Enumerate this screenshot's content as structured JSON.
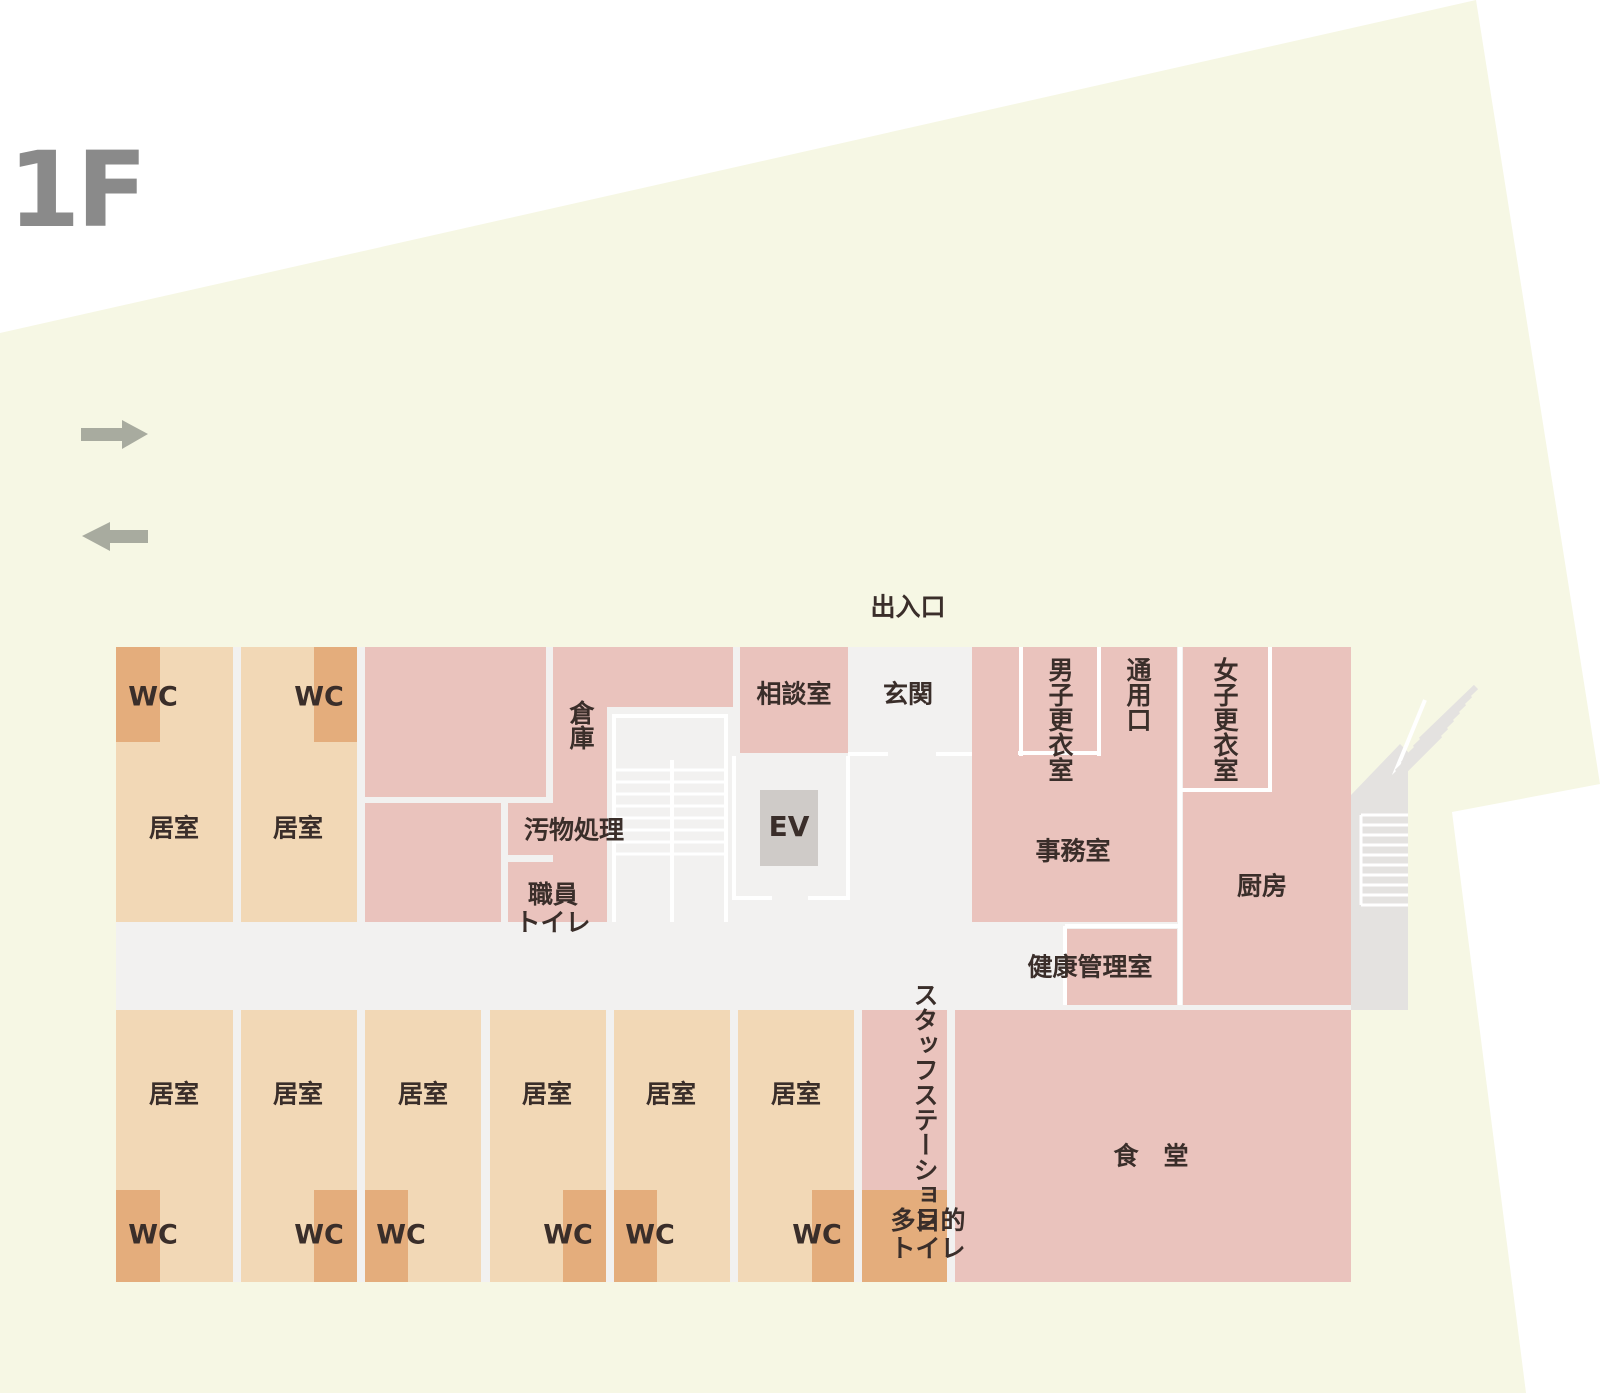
{
  "floor": {
    "label": "1F"
  },
  "colors": {
    "ground": "#f6f7e4",
    "living_room": "#f2d8b6",
    "wc": "#e4ad7c",
    "common_room": "#eac3bd",
    "corridor": "#f2f1f0",
    "elevator": "#cfcbc8",
    "ramp": "#e4e2e0",
    "legend_arrow": "#a8ab9f"
  },
  "legend": {
    "arrow_in_icon": "right-arrow-icon",
    "arrow_out_icon": "left-arrow-icon"
  },
  "labels": {
    "entrance": "出入口",
    "genkan": "玄関",
    "soudan": "相談室",
    "souko": "倉庫",
    "obutsu": "汚物処理",
    "staff_toilet": "職員\nトイレ",
    "ev": "EV",
    "male_locker": "男子更衣室",
    "service_entrance": "通用口",
    "female_locker": "女子更衣室",
    "office": "事務室",
    "kitchen": "厨房",
    "health": "健康管理室",
    "staff_station": "スタッフステーション",
    "dining": "食　堂",
    "multi_toilet": "多目的\nトイレ",
    "room": "居室",
    "wc": "WC"
  }
}
